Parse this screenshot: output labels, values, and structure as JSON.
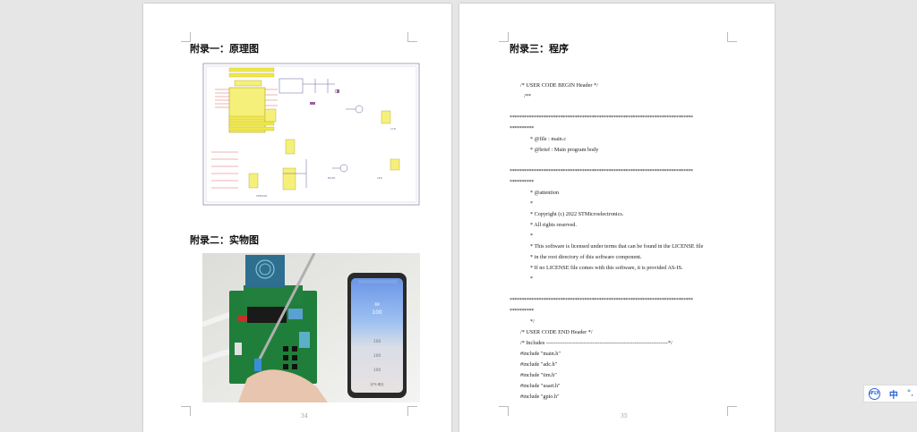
{
  "left_page": {
    "heading_1": "附录一：原理图",
    "heading_2": "附录二：实物图",
    "page_number": "34",
    "phone": {
      "main_value": "100",
      "rows": [
        "100",
        "100",
        "100"
      ],
      "footer": "天气:晴天"
    }
  },
  "right_page": {
    "heading": "附录三：程序",
    "page_number": "35",
    "code_lines": [
      "/* USER CODE BEGIN Header */",
      "/**",
      "****************************************************************************",
      "**********",
      "* @file            : main.c",
      "* @brief           : Main program body",
      "****************************************************************************",
      "**********",
      "* @attention",
      "*",
      "* Copyright (c) 2022 STMicroelectronics.",
      "* All rights reserved.",
      "*",
      "* This software is licensed under terms that can be found in the LICENSE file",
      "* in the root directory of this software component.",
      "* If no LICENSE file comes with this software, it is provided AS-IS.",
      "*",
      "****************************************************************************",
      "**********",
      "*/",
      "/* USER CODE END Header */",
      "/* Includes ------------------------------------------------------------------*/",
      "#include \"main.h\"",
      "#include \"adc.h\"",
      "#include \"tim.h\"",
      "#include \"usart.h\"",
      "#include \"gpio.h\""
    ]
  },
  "ime": {
    "zh_label": "中",
    "logo_label": "iFLY"
  },
  "colors": {
    "background": "#e6e6e6",
    "page": "#ffffff",
    "accent": "#2a63d6"
  }
}
